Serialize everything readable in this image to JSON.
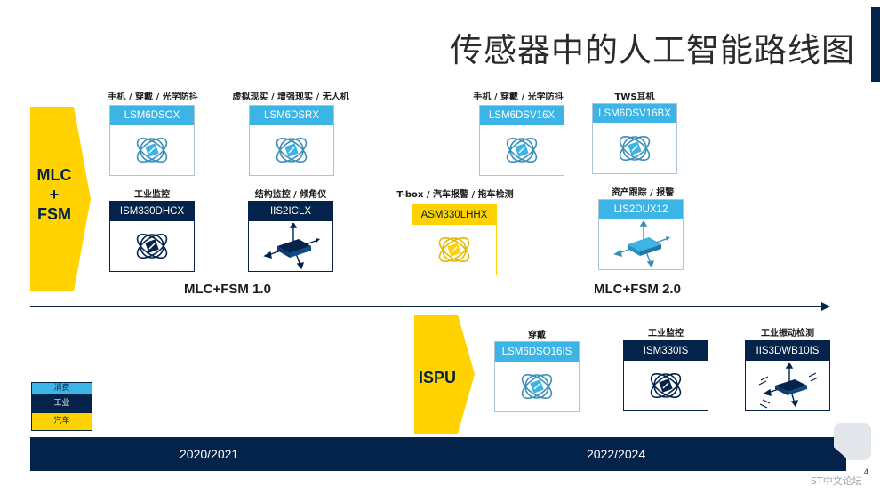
{
  "title": "传感器中的人工智能路线图",
  "phase_mlc": {
    "line1": "MLC",
    "line2": "+",
    "line3": "FSM"
  },
  "phase_ispu": {
    "label": "ISPU"
  },
  "generations": {
    "gen1": "MLC+FSM 1.0",
    "gen2": "MLC+FSM 2.0"
  },
  "chips": {
    "lsm6dsox": {
      "name": "LSM6DSOX",
      "category": "手机 / 穿戴 / 光学防抖",
      "segment": "consumer",
      "icon": "ai-chip-icon"
    },
    "lsm6dsrx": {
      "name": "LSM6DSRX",
      "category": "虚拟现实 / 增强现实 / 无人机",
      "segment": "consumer",
      "icon": "ai-chip-icon"
    },
    "ism330dhcx": {
      "name": "ISM330DHCX",
      "category": "工业监控",
      "segment": "industrial",
      "icon": "ai-chip-icon"
    },
    "iis2iclx": {
      "name": "IIS2ICLX",
      "category": "结构监控 / 倾角仪",
      "segment": "industrial",
      "icon": "axis-sensor-icon"
    },
    "asm330lhhx": {
      "name": "ASM330LHHX",
      "category": "T-box / 汽车报警 / 拖车检测",
      "segment": "auto",
      "icon": "ai-chip-icon"
    },
    "lsm6dsv16x": {
      "name": "LSM6DSV16X",
      "category": "手机 / 穿戴 / 光学防抖",
      "segment": "consumer",
      "icon": "ai-chip-icon"
    },
    "lsm6dsv16bx": {
      "name": "LSM6DSV16BX",
      "category": "TWS耳机",
      "segment": "consumer",
      "icon": "ai-chip-icon"
    },
    "lis2dux12": {
      "name": "LIS2DUX12",
      "category": "资产跟踪 / 报警",
      "segment": "consumer",
      "icon": "axis-sensor-icon"
    },
    "lsm6dso16is": {
      "name": "LSM6DSO16IS",
      "category": "穿戴",
      "segment": "consumer",
      "icon": "ai-chip-icon"
    },
    "ism330is": {
      "name": "ISM330IS",
      "category": "工业监控",
      "segment": "industrial",
      "icon": "ai-chip-icon"
    },
    "iis3dwb10is": {
      "name": "IIS3DWB10IS",
      "category": "工业振动检测",
      "segment": "industrial",
      "icon": "vibration-sensor-icon"
    }
  },
  "legend": {
    "consumer": "消费",
    "industrial": "工业",
    "auto": "汽车"
  },
  "years": {
    "y1": "2020/2021",
    "y2": "2022/2024"
  },
  "page_number": "4",
  "watermark": "ST中文论坛",
  "colors": {
    "navy": "#03234b",
    "light_blue": "#3cb4e6",
    "yellow": "#ffd200"
  }
}
